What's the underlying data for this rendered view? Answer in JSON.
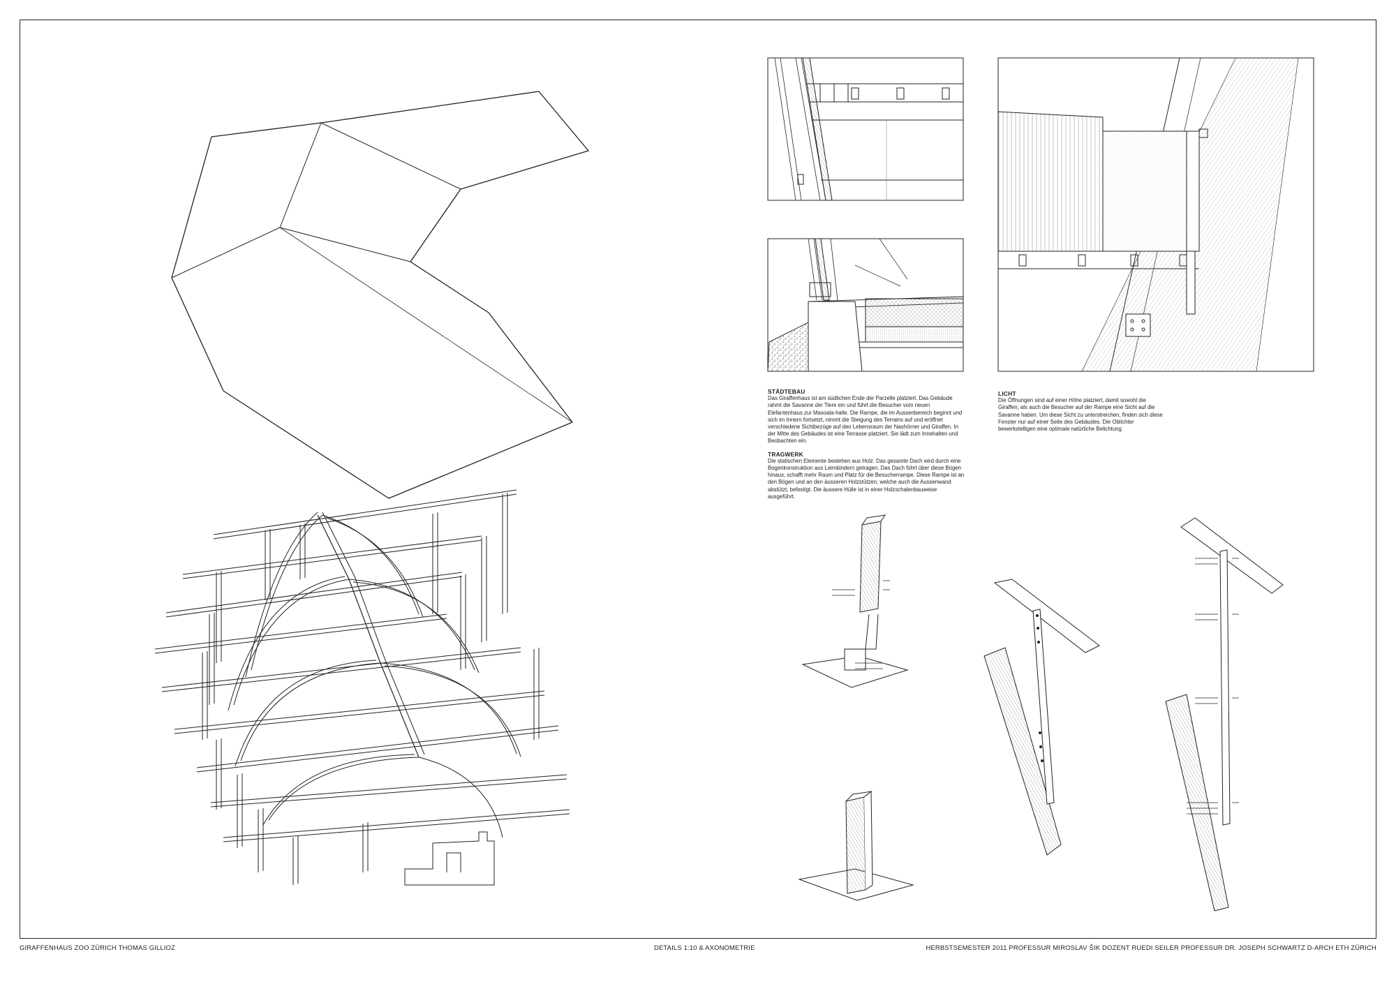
{
  "texts": {
    "staedtebau_heading": "STÄDTEBAU",
    "staedtebau_body": "Das Giraffenhaus ist am südlichen Ende der Parzelle platziert. Das Gebäude rahmt die Savanne der Tiere ein und führt die Besucher vom neuen Elefantenhaus zur Masoala-halle. Die Rampe, die im Aussenbereich beginnt und sich im Innern fortsetzt, nimmt die Steigung des Terrains auf und eröffnet verschiedene Sichtbezüge auf den Lebensraum der Nashörner und Giraffen. In der Mitte des Gebäudes ist eine Terrasse platziert. Sie lädt zum Innehalten und Beobachten ein.",
    "tragwerk_heading": "TRAGWERK",
    "tragwerk_body": "Die statischen Elemente bestehen aus Holz. Das gesamte Dach wird durch eine Bogenkonstruktion aus Leimbindern getragen. Das Dach führt über diese Bögen hinaus, schafft mehr Raum und Platz für die Besucherrampe. Diese Rampe ist an den Bögen und an den äusseren Holzstützen, welche auch die Aussenwand abstützt, befestigt. Die äussere Hülle ist in einer Holzschalenbauweise ausgeführt.",
    "licht_heading": "LICHT",
    "licht_body": "Die Öffnungen sind auf einer Höhe platziert, damit sowohl die Giraffen, als auch die Besucher auf der Rampe eine Sicht auf die Savanne haben. Um diese Sicht zu unterstreichen, finden sich diese Fenster nur auf einer Seite des Gebäudes. Die Oblichter bewerkstelligen eine optimale natürliche Belichtung."
  },
  "footer": {
    "left": "GIRAFFENHAUS ZOO ZÜRICH   THOMAS GILLIOZ",
    "center": "DETAILS 1:10 & AXONOMETRIE",
    "right": "HERBSTSEMESTER 2011   PROFESSUR MIROSLAV ŠIK   DOZENT RUEDI SEILER   PROFESSUR DR. JOSEPH SCHWARTZ   D-ARCH   ETH ZÜRICH"
  },
  "colors": {
    "line": "#222222",
    "hatch": "#8a8a8a",
    "paper": "#ffffff"
  }
}
